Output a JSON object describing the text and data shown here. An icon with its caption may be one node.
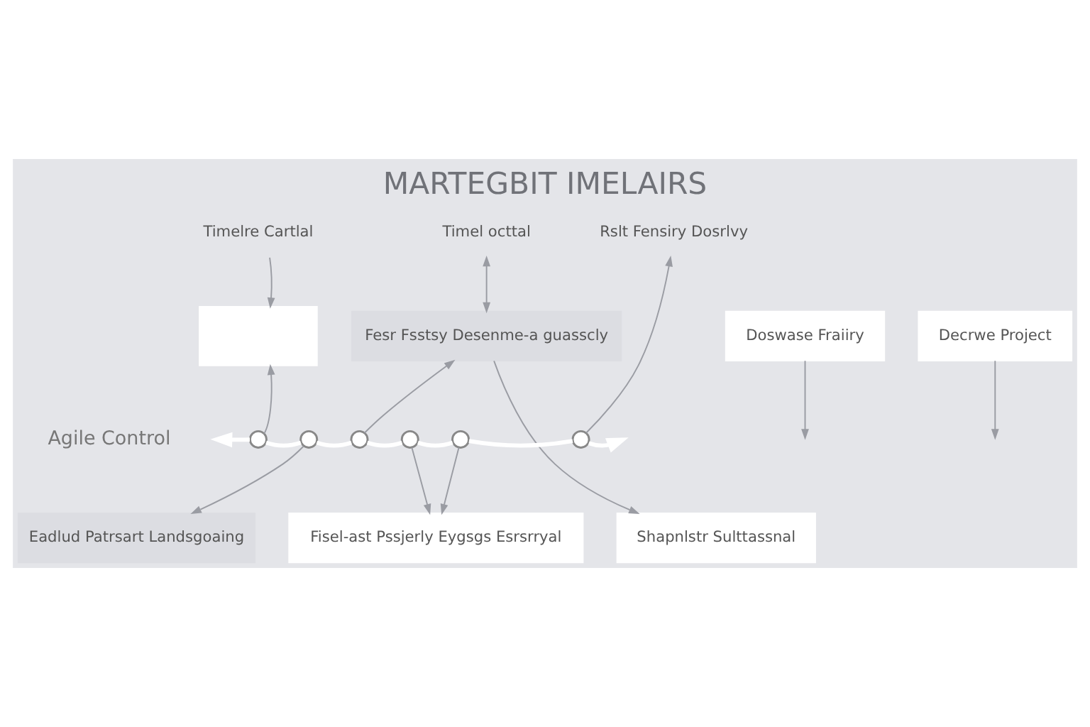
{
  "diagram": {
    "title": "MARTEGBIT IMELAIRS",
    "nodes": [
      {
        "text": [
          "Timelre Cartlal"
        ]
      },
      {
        "text": [
          "Timel octtal"
        ]
      },
      {
        "text": [
          "Rslt Fensiry Dosrlvy"
        ]
      },
      {
        "text": [],
        "shape": "box"
      },
      {
        "text": [
          "Fesr Fsstsy Desenme-a guasscly"
        ]
      },
      {
        "text": [
          "Doswase Fraiiry"
        ]
      },
      {
        "text": [
          "Decrwe Project"
        ]
      },
      {
        "text": [],
        "shape": "circle"
      },
      {
        "text": [],
        "shape": "circle"
      },
      {
        "text": [],
        "shape": "circle"
      },
      {
        "text": [],
        "shape": "circle"
      },
      {
        "text": [],
        "shape": "circle"
      },
      {
        "text": [],
        "shape": "circle"
      },
      {
        "text": [
          "Eadlud Patrsart Landsgoaing"
        ]
      },
      {
        "text": [
          "Shapnlstr Sulttassnal"
        ]
      },
      {
        "text": [
          "Fisel-ast Pssjerly Eygsgs Esrsrryal"
        ]
      }
    ],
    "edges": [
      {
        "from": 0,
        "to": 3,
        "arrow": "to"
      },
      {
        "from": 7,
        "to": 3,
        "arrow": "to"
      },
      {
        "from": 1,
        "to": 4,
        "arrow": "both"
      },
      {
        "from": 4,
        "to": 14,
        "arrow": "to"
      },
      {
        "from": 9,
        "to": 4,
        "arrow": "to"
      },
      {
        "from": 8,
        "to": 13,
        "arrow": "to"
      },
      {
        "from": 5,
        "to": null,
        "arrow": "to"
      },
      {
        "from": 12,
        "to": 2,
        "arrow": "to"
      },
      {
        "from": 6,
        "to": null,
        "arrow": "to"
      },
      {
        "from": 10,
        "to": 15,
        "arrow": "to"
      },
      {
        "from": 11,
        "to": 15,
        "arrow": "to"
      },
      {
        "from": 7,
        "to": null,
        "arrow": "to",
        "style": "thick",
        "color": "#ffffff"
      },
      {
        "from": 7,
        "to": 8,
        "arrow": "none",
        "style": "thick",
        "color": "#ffffff"
      },
      {
        "from": 8,
        "to": 9,
        "arrow": "none",
        "style": "thick",
        "color": "#ffffff"
      },
      {
        "from": 9,
        "to": 10,
        "arrow": "none",
        "style": "thick",
        "color": "#ffffff"
      },
      {
        "from": 10,
        "to": 11,
        "arrow": "none",
        "style": "thick",
        "color": "#ffffff"
      },
      {
        "from": 11,
        "to": 12,
        "arrow": "none",
        "style": "thick",
        "color": "#ffffff"
      },
      {
        "from": 12,
        "to": null,
        "arrow": "to",
        "style": "thick",
        "color": "#ffffff"
      }
    ],
    "labels": [
      "Agile Control"
    ]
  }
}
